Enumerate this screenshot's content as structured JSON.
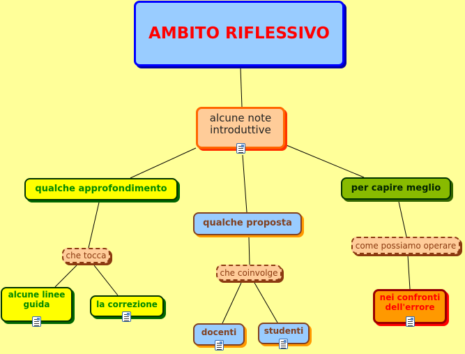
{
  "title": "AMBITO RIFLESSIVO",
  "nodes": {
    "intro": "alcune note introduttive",
    "approfondimento": "qualche approfondimento",
    "proposta": "qualche proposta",
    "capire": "per capire meglio",
    "linee": "alcune linee guida",
    "correzione": "la correzione",
    "docenti": "docenti",
    "studenti": "studenti",
    "errore": "nei confronti dell'errore"
  },
  "links": {
    "tocca": "che tocca",
    "coinvolge": "che coinvolge",
    "operare": "come possiamo operare"
  },
  "colors": {
    "background": "#ffff99",
    "title_text": "#ff0000",
    "title_fill": "#99ccff"
  }
}
